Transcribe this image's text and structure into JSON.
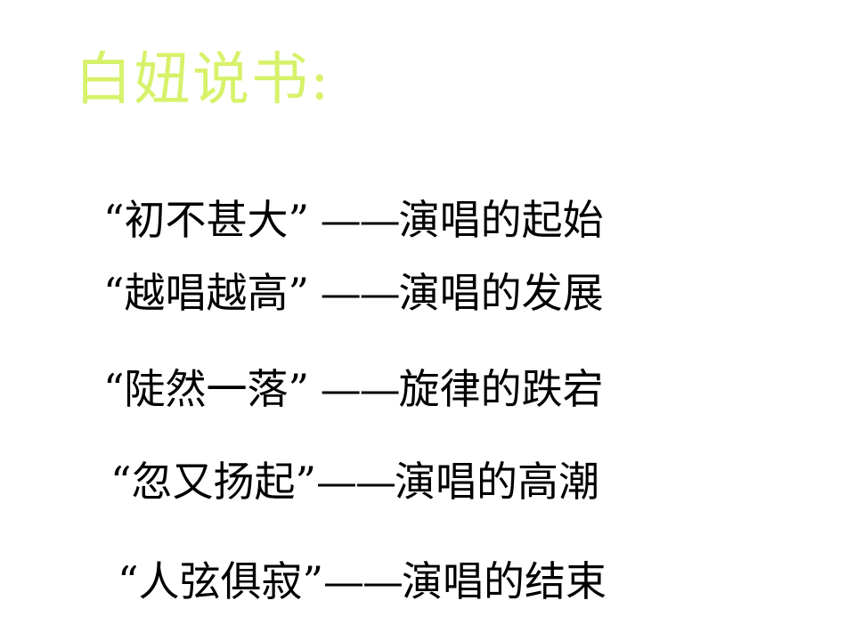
{
  "colors": {
    "title": "#d7f26a",
    "text": "#000000",
    "background": "#ffffff"
  },
  "title": "白妞说书:",
  "lines": [
    {
      "quote": "“初不甚大”",
      "dash": " ——",
      "desc": "演唱的起始"
    },
    {
      "quote": "“越唱越高”",
      "dash": " ——",
      "desc": "演唱的发展"
    },
    {
      "quote": "“陡然一落”",
      "dash": " ——",
      "desc": "旋律的跌宕"
    },
    {
      "quote": "“忽又扬起”",
      "dash": "——",
      "desc": "演唱的高潮"
    },
    {
      "quote": "“人弦俱寂”",
      "dash": "——",
      "desc": "演唱的结束"
    }
  ]
}
